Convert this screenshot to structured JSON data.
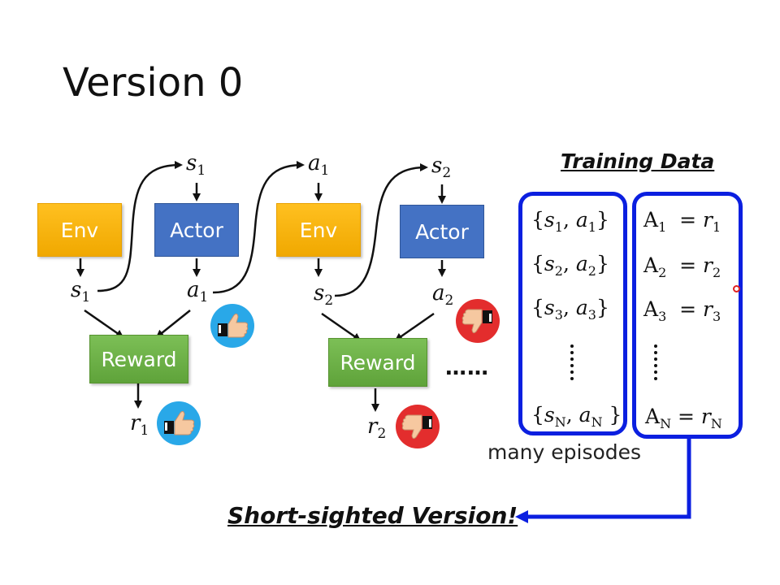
{
  "slide": {
    "title": "Version 0"
  },
  "diagram": {
    "env_label": "Env",
    "actor_label": "Actor",
    "reward_label": "Reward",
    "ellipsis": "……",
    "thumb_colors": {
      "up": "#29a8e8",
      "down": "#e32d2d"
    },
    "icons": [
      "thumbs-up-icon",
      "thumbs-down-icon"
    ]
  },
  "training_data": {
    "title": "Training Data",
    "caption": "many episodes",
    "panel_color": "#0b1fe0"
  },
  "conclusion": {
    "text": "Short-sighted Version!"
  }
}
